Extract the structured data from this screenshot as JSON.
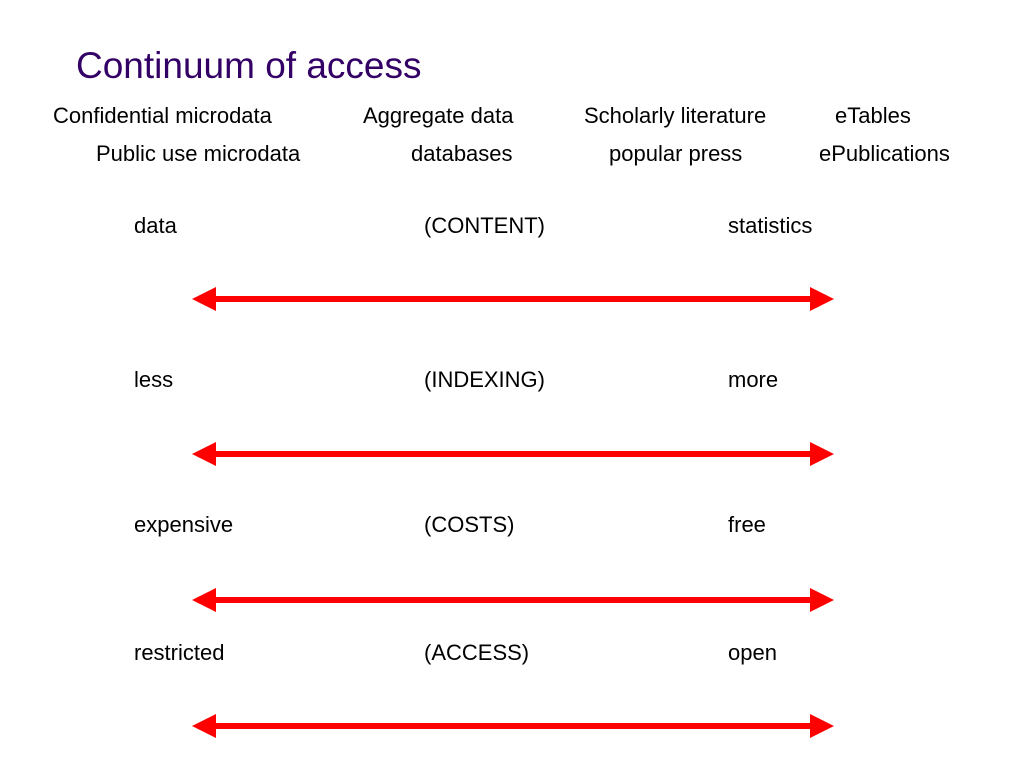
{
  "title": "Continuum of access",
  "title_color": "#330066",
  "arrow_color": "#ff0000",
  "categories": {
    "row1": [
      "Confidential microdata",
      "Aggregate data",
      "Scholarly literature",
      "eTables"
    ],
    "row2": [
      "Public use microdata",
      "databases",
      "popular press",
      "ePublications"
    ]
  },
  "continua": [
    {
      "left": "data",
      "center": "(CONTENT)",
      "right": "statistics"
    },
    {
      "left": "less",
      "center": "(INDEXING)",
      "right": "more"
    },
    {
      "left": "expensive",
      "center": "(COSTS)",
      "right": "free"
    },
    {
      "left": "restricted",
      "center": "(ACCESS)",
      "right": "open"
    }
  ]
}
